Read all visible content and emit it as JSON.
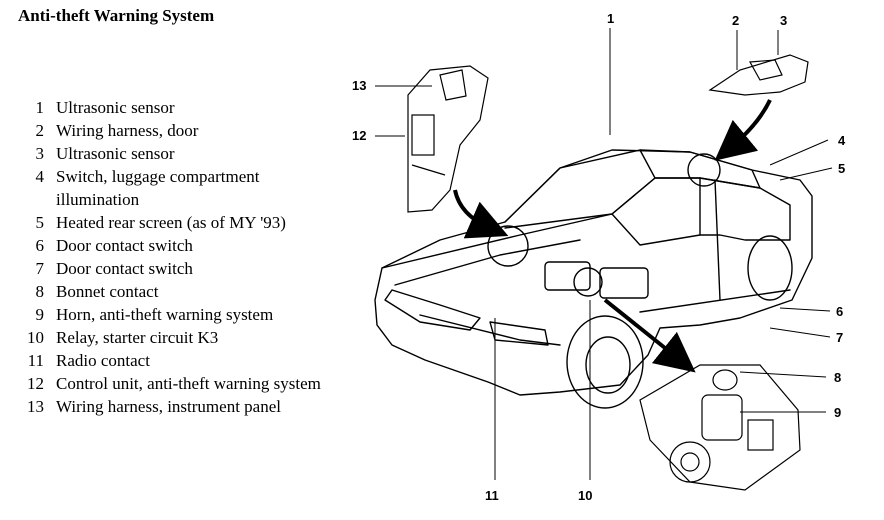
{
  "title": "Anti-theft Warning System",
  "legend": [
    {
      "num": "1",
      "text": "Ultrasonic sensor"
    },
    {
      "num": "2",
      "text": "Wiring harness, door"
    },
    {
      "num": "3",
      "text": "Ultrasonic sensor"
    },
    {
      "num": "4",
      "text": "Switch, luggage compartment illumination"
    },
    {
      "num": "5",
      "text": "Heated rear screen (as of MY '93)"
    },
    {
      "num": "6",
      "text": "Door contact switch"
    },
    {
      "num": "7",
      "text": "Door contact switch"
    },
    {
      "num": "8",
      "text": "Bonnet contact"
    },
    {
      "num": "9",
      "text": "Horn, anti-theft warning system"
    },
    {
      "num": "10",
      "text": "Relay, starter circuit K3"
    },
    {
      "num": "11",
      "text": "Radio contact"
    },
    {
      "num": "12",
      "text": "Control unit, anti-theft warning system"
    },
    {
      "num": "13",
      "text": "Wiring harness, instrument panel"
    }
  ],
  "callouts": {
    "c1": "1",
    "c2": "2",
    "c3": "3",
    "c4": "4",
    "c5": "5",
    "c6": "6",
    "c7": "7",
    "c8": "8",
    "c9": "9",
    "c10": "10",
    "c11": "11",
    "c12": "12",
    "c13": "13"
  }
}
